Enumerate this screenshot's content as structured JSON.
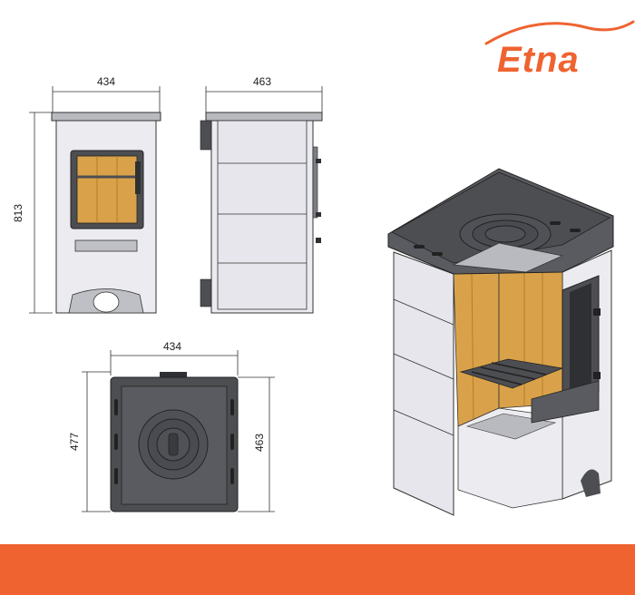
{
  "brand": {
    "name": "Etna",
    "color": "#ef6331"
  },
  "dimensions": {
    "front_width": "434",
    "front_height": "813",
    "side_depth": "463",
    "top_width": "434",
    "top_depth_left": "477",
    "top_depth_right": "463"
  },
  "colors": {
    "body": "#ecebf0",
    "tile": "#e6e6ec",
    "dark": "#4d4e52",
    "frame": "#2f3033",
    "fire": "#d9a24a",
    "fire_dark": "#b47d28",
    "accent_bar": "#ef6331"
  }
}
